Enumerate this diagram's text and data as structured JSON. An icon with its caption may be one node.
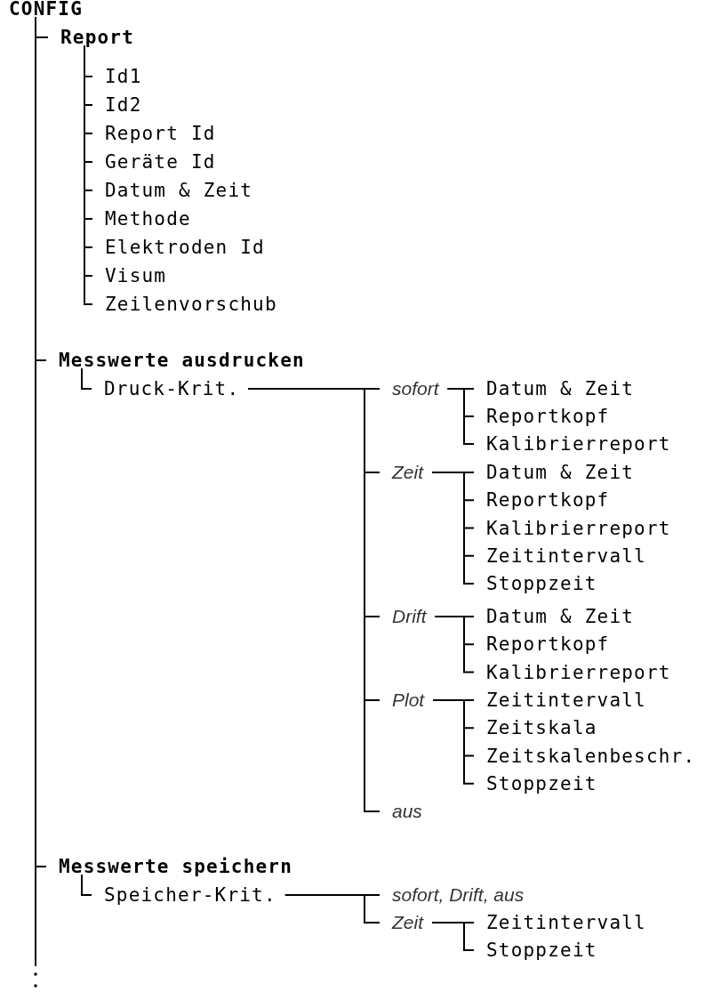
{
  "diagram": {
    "nodes": [
      {
        "text": [
          "CONFIG"
        ]
      },
      {
        "text": [
          "Report"
        ]
      },
      {
        "text": [
          "Id1"
        ]
      },
      {
        "text": [
          "Id2"
        ]
      },
      {
        "text": [
          "Report Id"
        ]
      },
      {
        "text": [
          "Geräte Id"
        ]
      },
      {
        "text": [
          "Datum & Zeit"
        ]
      },
      {
        "text": [
          "Methode"
        ]
      },
      {
        "text": [
          "Elektroden Id"
        ]
      },
      {
        "text": [
          "Visum"
        ]
      },
      {
        "text": [
          "Zeilenvorschub"
        ]
      },
      {
        "text": [
          "Messwerte ausdrucken"
        ]
      },
      {
        "text": [
          "Druck-Krit."
        ]
      },
      {
        "text": [
          "sofort"
        ]
      },
      {
        "text": [
          "Datum & Zeit"
        ]
      },
      {
        "text": [
          "Reportkopf"
        ]
      },
      {
        "text": [
          "Kalibrierreport"
        ]
      },
      {
        "text": [
          "Zeit"
        ]
      },
      {
        "text": [
          "Datum & Zeit"
        ]
      },
      {
        "text": [
          "Reportkopf"
        ]
      },
      {
        "text": [
          "Kalibrierreport"
        ]
      },
      {
        "text": [
          "Zeitintervall"
        ]
      },
      {
        "text": [
          "Stoppzeit"
        ]
      },
      {
        "text": [
          "Drift"
        ]
      },
      {
        "text": [
          "Datum & Zeit"
        ]
      },
      {
        "text": [
          "Reportkopf"
        ]
      },
      {
        "text": [
          "Kalibrierreport"
        ]
      },
      {
        "text": [
          "Plot"
        ]
      },
      {
        "text": [
          "Zeitintervall"
        ]
      },
      {
        "text": [
          "Zeitskala"
        ]
      },
      {
        "text": [
          "Zeitskalenbeschr."
        ]
      },
      {
        "text": [
          "Stoppzeit"
        ]
      },
      {
        "text": [
          "aus"
        ]
      },
      {
        "text": [
          "Messwerte speichern"
        ]
      },
      {
        "text": [
          "Speicher-Krit."
        ]
      },
      {
        "text": [
          "sofort, Drift, aus"
        ]
      },
      {
        "text": [
          "Zeit"
        ]
      },
      {
        "text": [
          "Zeitintervall"
        ]
      },
      {
        "text": [
          "Stoppzeit"
        ]
      }
    ],
    "edges": [
      {
        "from": 0,
        "to": 1,
        "arrow": "none"
      },
      {
        "from": 1,
        "to": 2,
        "arrow": "none"
      },
      {
        "from": 1,
        "to": 3,
        "arrow": "none"
      },
      {
        "from": 1,
        "to": 4,
        "arrow": "none"
      },
      {
        "from": 1,
        "to": 5,
        "arrow": "none"
      },
      {
        "from": 1,
        "to": 6,
        "arrow": "none"
      },
      {
        "from": 1,
        "to": 7,
        "arrow": "none"
      },
      {
        "from": 1,
        "to": 8,
        "arrow": "none"
      },
      {
        "from": 1,
        "to": 9,
        "arrow": "none"
      },
      {
        "from": 1,
        "to": 10,
        "arrow": "none"
      },
      {
        "from": 0,
        "to": 11,
        "arrow": "none"
      },
      {
        "from": 11,
        "to": 12,
        "arrow": "none"
      },
      {
        "from": 12,
        "to": 13,
        "arrow": "none"
      },
      {
        "from": 13,
        "to": 14,
        "arrow": "none"
      },
      {
        "from": 13,
        "to": 15,
        "arrow": "none"
      },
      {
        "from": 13,
        "to": 16,
        "arrow": "none"
      },
      {
        "from": 12,
        "to": 17,
        "arrow": "none"
      },
      {
        "from": 17,
        "to": 18,
        "arrow": "none"
      },
      {
        "from": 17,
        "to": 19,
        "arrow": "none"
      },
      {
        "from": 17,
        "to": 20,
        "arrow": "none"
      },
      {
        "from": 17,
        "to": 21,
        "arrow": "none"
      },
      {
        "from": 17,
        "to": 22,
        "arrow": "none"
      },
      {
        "from": 12,
        "to": 23,
        "arrow": "none"
      },
      {
        "from": 23,
        "to": 24,
        "arrow": "none"
      },
      {
        "from": 23,
        "to": 25,
        "arrow": "none"
      },
      {
        "from": 23,
        "to": 26,
        "arrow": "none"
      },
      {
        "from": 12,
        "to": 27,
        "arrow": "none"
      },
      {
        "from": 27,
        "to": 28,
        "arrow": "none"
      },
      {
        "from": 27,
        "to": 29,
        "arrow": "none"
      },
      {
        "from": 27,
        "to": 30,
        "arrow": "none"
      },
      {
        "from": 27,
        "to": 31,
        "arrow": "none"
      },
      {
        "from": 12,
        "to": 32,
        "arrow": "none"
      },
      {
        "from": 0,
        "to": 33,
        "arrow": "none"
      },
      {
        "from": 33,
        "to": 34,
        "arrow": "none"
      },
      {
        "from": 34,
        "to": 35,
        "arrow": "none"
      },
      {
        "from": 34,
        "to": 36,
        "arrow": "none"
      },
      {
        "from": 36,
        "to": 37,
        "arrow": "none"
      },
      {
        "from": 36,
        "to": 38,
        "arrow": "none"
      }
    ]
  }
}
